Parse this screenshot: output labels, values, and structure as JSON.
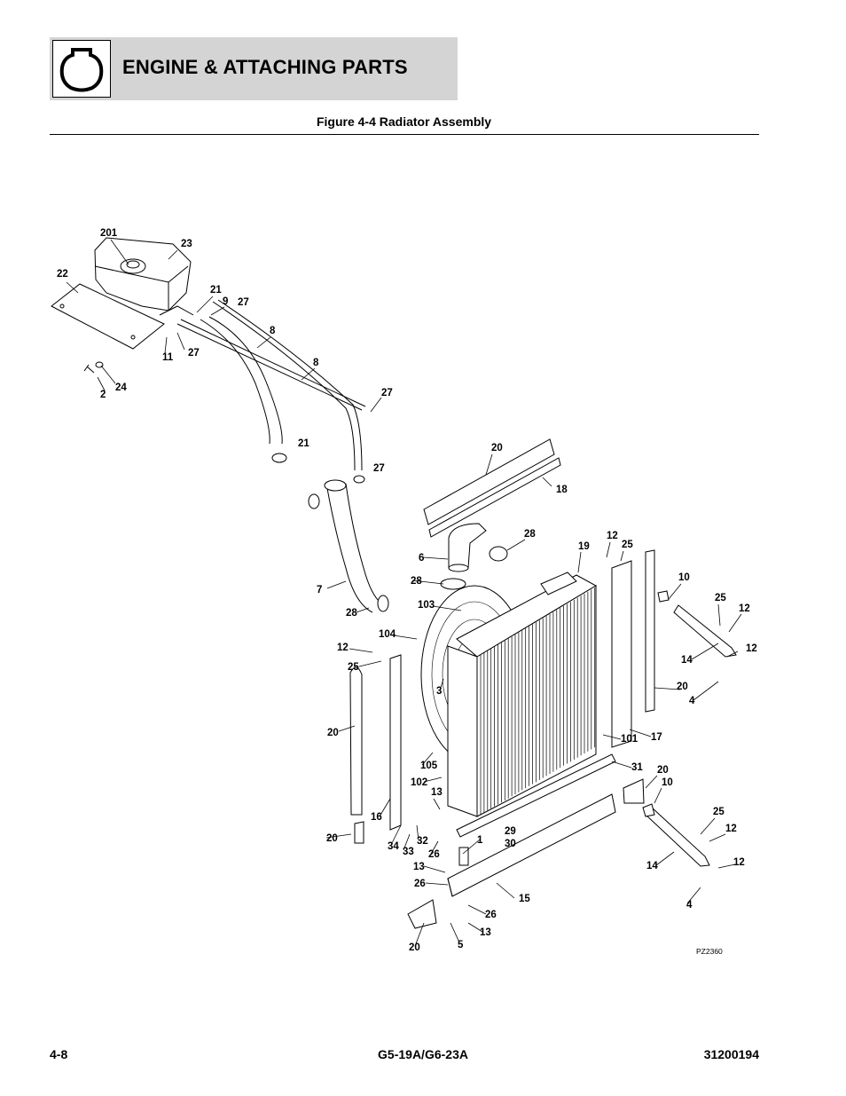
{
  "header": {
    "section_title": "ENGINE & ATTACHING PARTS",
    "logo_icon": "engine-icon",
    "band_color": "#d4d4d4"
  },
  "figure": {
    "caption": "Figure 4-4 Radiator Assembly",
    "ref_code": "PZ2360",
    "callouts": [
      "201",
      "23",
      "22",
      "21",
      "9",
      "27",
      "11",
      "27",
      "8",
      "8",
      "2",
      "24",
      "27",
      "21",
      "27",
      "20",
      "18",
      "28",
      "6",
      "28",
      "19",
      "12",
      "25",
      "10",
      "25",
      "12",
      "7",
      "28",
      "103",
      "104",
      "12",
      "25",
      "12",
      "14",
      "3",
      "20",
      "4",
      "20",
      "101",
      "17",
      "105",
      "102",
      "31",
      "20",
      "10",
      "16",
      "13",
      "25",
      "12",
      "29",
      "30",
      "20",
      "34",
      "33",
      "32",
      "26",
      "1",
      "14",
      "12",
      "13",
      "26",
      "15",
      "4",
      "26",
      "13",
      "20",
      "5"
    ]
  },
  "footer": {
    "page_number": "4-8",
    "model": "G5-19A/G6-23A",
    "doc_number": "31200194"
  }
}
